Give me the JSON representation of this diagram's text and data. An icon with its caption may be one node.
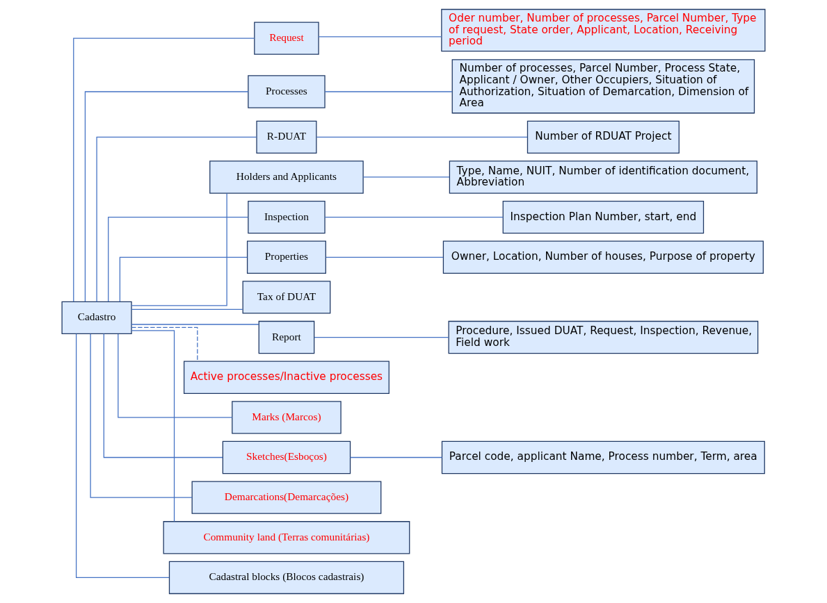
{
  "diagram": {
    "nodes": [
      {
        "text": [
          "Cadastro"
        ]
      },
      {
        "text": [
          "Request"
        ]
      },
      {
        "text": [
          "Oder number, Number of processes, Parcel Number, Type of request, State order, Applicant, Location, Receiving period"
        ]
      },
      {
        "text": [
          "Processes"
        ]
      },
      {
        "text": [
          "Number of processes, Parcel Number, Process State, Applicant / Owner, Other Occupiers, Situation of Authorization, Situation of Demarcation, Dimension of Area"
        ]
      },
      {
        "text": [
          "R-DUAT"
        ]
      },
      {
        "text": [
          "Number of RDUAT Project"
        ]
      },
      {
        "text": [
          "Holders and Applicants"
        ]
      },
      {
        "text": [
          "Type, Name, NUIT, Number of identification document, Abbreviation"
        ]
      },
      {
        "text": [
          "Inspection"
        ]
      },
      {
        "text": [
          "Inspection Plan Number, start, end"
        ]
      },
      {
        "text": [
          "Properties"
        ]
      },
      {
        "text": [
          "Owner, Location, Number of houses, Purpose of property"
        ]
      },
      {
        "text": [
          "Tax of DUAT"
        ]
      },
      {
        "text": [
          "Report"
        ]
      },
      {
        "text": [
          "Procedure, Issued DUAT, Request, Inspection, Revenue, Field work"
        ]
      },
      {
        "text": [
          "Active processes/Inactive processes"
        ]
      },
      {
        "text": [
          "Marks (Marcos)"
        ]
      },
      {
        "text": [
          "Sketches(Esboços)"
        ]
      },
      {
        "text": [
          "Parcel code, applicant Name, Process number, Term, area"
        ]
      },
      {
        "text": [
          "Demarcations(Demarcações)"
        ]
      },
      {
        "text": [
          "Community land (Terras comunitárias)"
        ]
      },
      {
        "text": [
          "Cadastral blocks (Blocos cadastrais)"
        ]
      }
    ],
    "edges": [
      {
        "from": 0,
        "to": 1,
        "arrow": "none"
      },
      {
        "from": 0,
        "to": 3,
        "arrow": "none"
      },
      {
        "from": 0,
        "to": 5,
        "arrow": "none"
      },
      {
        "from": 0,
        "to": 7,
        "arrow": "none"
      },
      {
        "from": 0,
        "to": 9,
        "arrow": "none"
      },
      {
        "from": 0,
        "to": 11,
        "arrow": "none"
      },
      {
        "from": 0,
        "to": 13,
        "arrow": "none"
      },
      {
        "from": 0,
        "to": 14,
        "arrow": "none"
      },
      {
        "from": 0,
        "to": 16,
        "arrow": "none",
        "style": "dashed"
      },
      {
        "from": 0,
        "to": 17,
        "arrow": "none"
      },
      {
        "from": 0,
        "to": 18,
        "arrow": "none"
      },
      {
        "from": 0,
        "to": 20,
        "arrow": "none"
      },
      {
        "from": 0,
        "to": 21,
        "arrow": "none"
      },
      {
        "from": 0,
        "to": 22,
        "arrow": "none"
      },
      {
        "from": 1,
        "to": 2,
        "arrow": "none"
      },
      {
        "from": 3,
        "to": 4,
        "arrow": "none"
      },
      {
        "from": 5,
        "to": 6,
        "arrow": "none"
      },
      {
        "from": 7,
        "to": 8,
        "arrow": "none"
      },
      {
        "from": 9,
        "to": 10,
        "arrow": "none"
      },
      {
        "from": 11,
        "to": 12,
        "arrow": "none"
      },
      {
        "from": 14,
        "to": 15,
        "arrow": "none"
      },
      {
        "from": 18,
        "to": 19,
        "arrow": "none"
      }
    ]
  }
}
